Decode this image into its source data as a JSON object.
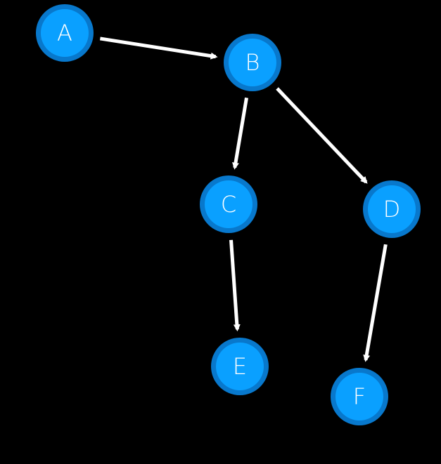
{
  "diagram": {
    "type": "directed-tree",
    "background_color": "#000000",
    "node_fill_color": "#0aa0ff",
    "node_ring_color": "#0878cc",
    "edge_color": "#ffffff",
    "label_color": "#ffffff",
    "nodes": [
      {
        "id": "A",
        "label": "A"
      },
      {
        "id": "B",
        "label": "B"
      },
      {
        "id": "C",
        "label": "C"
      },
      {
        "id": "D",
        "label": "D"
      },
      {
        "id": "E",
        "label": "E"
      },
      {
        "id": "F",
        "label": "F"
      }
    ],
    "edges": [
      {
        "from": "A",
        "to": "B"
      },
      {
        "from": "B",
        "to": "C"
      },
      {
        "from": "B",
        "to": "D"
      },
      {
        "from": "C",
        "to": "E"
      },
      {
        "from": "D",
        "to": "F"
      }
    ]
  }
}
